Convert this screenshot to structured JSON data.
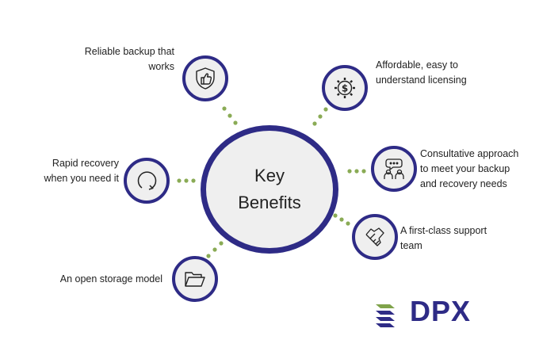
{
  "hub": {
    "line1": "Key",
    "line2": "Benefits"
  },
  "benefits": [
    {
      "lines": [
        "Reliable backup that",
        "works"
      ],
      "icon": "shield-thumbs-up-icon"
    },
    {
      "lines": [
        "Affordable, easy to",
        "understand licensing"
      ],
      "icon": "gear-dollar-icon"
    },
    {
      "lines": [
        "Rapid recovery",
        "when you need it"
      ],
      "icon": "circular-arrow-icon"
    },
    {
      "lines": [
        "Consultative approach",
        "to meet your backup",
        "and recovery needs"
      ],
      "icon": "people-chat-icon"
    },
    {
      "lines": [
        "A first-class support",
        "team"
      ],
      "icon": "handshake-icon"
    },
    {
      "lines": [
        "An open storage model"
      ],
      "icon": "open-folder-icon"
    }
  ],
  "logo": {
    "text": "DPX"
  },
  "colors": {
    "ring": "#2e2b86",
    "dots": "#8aab55",
    "fill": "#efefef",
    "logo_green": "#7fa34a"
  }
}
